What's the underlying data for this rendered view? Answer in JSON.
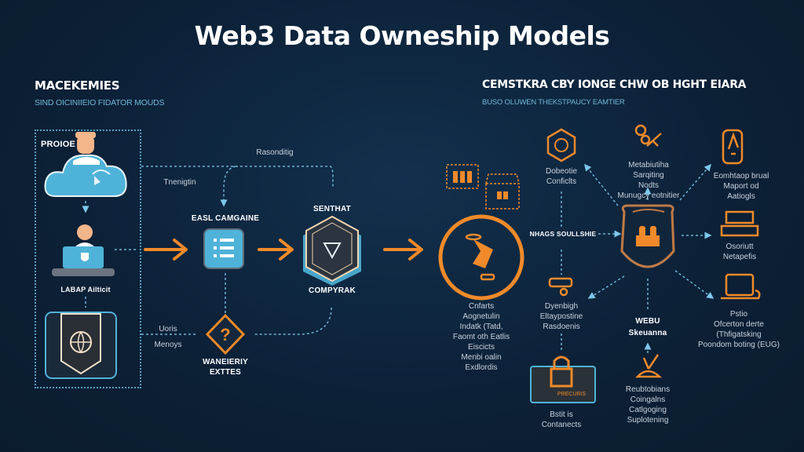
{
  "title": "Web3 Data Owneship Models",
  "left_section": {
    "heading": "MACEKEMIES",
    "subheading": "SIND OICINIIEIO FIDATOR MOUDS",
    "box_label": "PROIOE",
    "laptop_label": "LABAP Ailticit",
    "center_node_label": "EASL CAMGAINE",
    "hex_node_top_label": "SENTHAT",
    "hex_node_bottom_label": "COMPYRAK",
    "diamond_label": "WANEIERIY\nEXTTES",
    "edge_top_label": "Rasonditig",
    "edge_left_label": "Tnenigtin",
    "edge_bottom_left_label": "Uoris\nMenoys",
    "colors": {
      "accent_orange": "#f08a2a",
      "accent_blue": "#4fb3d9"
    }
  },
  "right_section": {
    "heading": "CEMSTKRA CBY IONGE CHW OB HGHT EIARA",
    "subheading": "BUSO OLUWEN THEKSTPAUCY EAMTIER",
    "main_circle_label": "Cnfarts\nAognetulin\nIndatk (Tatd,\nFaomt oth Eatlis\nEiscicts\nMenbi oalin\nExdlordis",
    "middle_label": "NHAGS SOULLSHIE",
    "nodes": [
      {
        "id": "top-hex",
        "label": "Dobeotie\nConficlts"
      },
      {
        "id": "key",
        "label": "Metabiutiha\nSarqiting\nNodts\nMunugcy eotnitier"
      },
      {
        "id": "bulb",
        "label": "Eomhtaop brual\nMaport od\nAatiogls"
      },
      {
        "id": "server",
        "label": "Osoriutt\nNetapefis"
      },
      {
        "id": "laptop",
        "label": "Pstio\nOfcerton derte\n(Thfigatsking\nPoondom boting (EUG)"
      },
      {
        "id": "lock-card",
        "label": "Bstit is\nContanects"
      },
      {
        "id": "pickaxe",
        "label": "Reubtobians\nCoingalns\nCatlgoging\nSuplotening"
      },
      {
        "id": "key-left",
        "label": "Dyenbigh\nEltaypostine\nRasdoenis"
      },
      {
        "id": "hub",
        "label": "WEBU\nSkeuanna"
      }
    ],
    "lock_card_text": "PRECURIS"
  }
}
